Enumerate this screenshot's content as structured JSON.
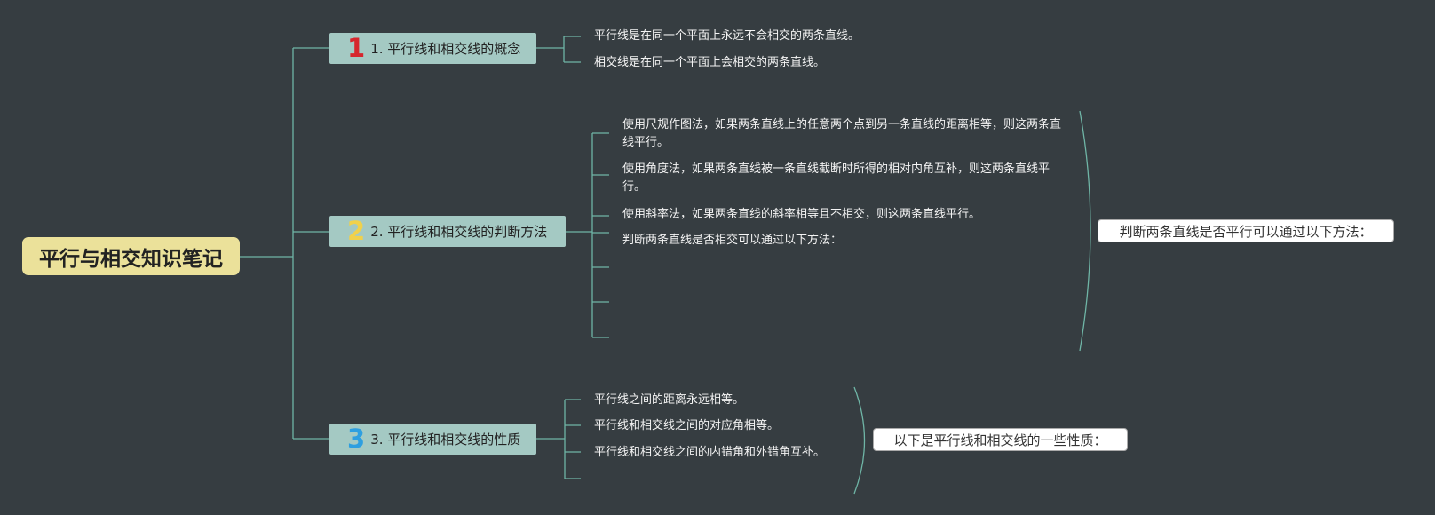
{
  "root": {
    "title": "平行与相交知识笔记"
  },
  "topics": [
    {
      "number": "1",
      "number_color": "#d6262d",
      "label": "1. 平行线和相交线的概念",
      "items": [
        "平行线是在同一个平面上永远不会相交的两条直线。",
        "相交线是在同一个平面上会相交的两条直线。"
      ]
    },
    {
      "number": "2",
      "number_color": "#f0d14c",
      "label": "2. 平行线和相交线的判断方法",
      "items": [
        "使用尺规作图法，如果两条直线上的任意两个点到另一条直线的距离相等，则这两条直线平行。",
        "使用角度法，如果两条直线被一条直线截断时所得的相对内角互补，则这两条直线平行。",
        "使用斜率法，如果两条直线的斜率相等且不相交，则这两条直线平行。",
        "判断两条直线是否相交可以通过以下方法："
      ],
      "summary": "判断两条直线是否平行可以通过以下方法："
    },
    {
      "number": "3",
      "number_color": "#2e9fe0",
      "label": "3. 平行线和相交线的性质",
      "items": [
        "平行线之间的距离永远相等。",
        "平行线和相交线之间的对应角相等。",
        "平行线和相交线之间的内错角和外错角互补。"
      ],
      "summary": "以下是平行线和相交线的一些性质："
    }
  ],
  "colors": {
    "background": "#363d41",
    "line": "#6fb5a6",
    "root_fill": "#ebe19a",
    "topic_fill": "#a4c9c3"
  }
}
